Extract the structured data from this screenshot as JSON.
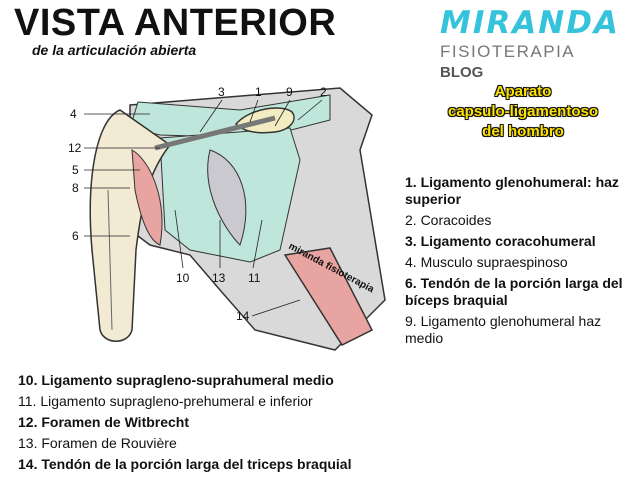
{
  "title": "VISTA ANTERIOR",
  "subtitle": "de la articulación abierta",
  "brand": {
    "name": "MIRANDA",
    "sub": "FISIOTERAPIA",
    "blog": "BLOG"
  },
  "topic": [
    "Aparato",
    "capsulo-ligamentoso",
    "del hombro"
  ],
  "watermark": "miranda fisioterapia",
  "callouts": [
    "1",
    "2",
    "3",
    "4",
    "5",
    "6",
    "8",
    "9",
    "10",
    "11",
    "12",
    "13",
    "14"
  ],
  "legend_right": [
    {
      "text": "1. Ligamento glenohumeral: haz superior",
      "bold": true
    },
    {
      "text": "2. Coracoides",
      "bold": false
    },
    {
      "text": "3. Ligamento coracohumeral",
      "bold": true
    },
    {
      "text": "4. Musculo supraespinoso",
      "bold": false
    },
    {
      "text": "6. Tendón de la porción larga del bíceps braquial",
      "bold": true
    },
    {
      "text": "9. Ligamento glenohumeral haz  medio",
      "bold": false
    }
  ],
  "legend_bottom": [
    {
      "text": "10. Ligamento supragleno-suprahumeral medio",
      "bold": true
    },
    {
      "text": "11. Ligamento supragleno-prehumeral e inferior",
      "bold": false
    },
    {
      "text": "12. Foramen de Witbrecht",
      "bold": true
    },
    {
      "text": "13. Foramen de Rouvière",
      "bold": false
    },
    {
      "text": "14. Tendón de la porción larga del triceps braquial",
      "bold": true
    }
  ]
}
